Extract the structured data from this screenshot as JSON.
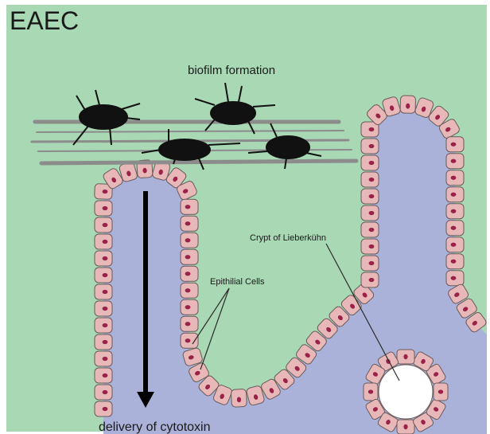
{
  "title": "EAEC",
  "labels": {
    "biofilm": "biofilm formation",
    "crypt": "Crypt of Lieberkühn",
    "epithelial": "Epithilial Cells",
    "delivery": "delivery of cytotoxin"
  },
  "colors": {
    "background": "#a8d8b4",
    "tissue": "#aab2d9",
    "cell_fill": "#e8b8b8",
    "cell_stroke": "#6a5a5a",
    "nucleus": "#9a2248",
    "bacteria": "#111111",
    "filaments": "#8c8c8c",
    "crypt_lumen": "#ffffff"
  },
  "icons": [
    "bacterium-icon",
    "arrow-down-icon"
  ]
}
